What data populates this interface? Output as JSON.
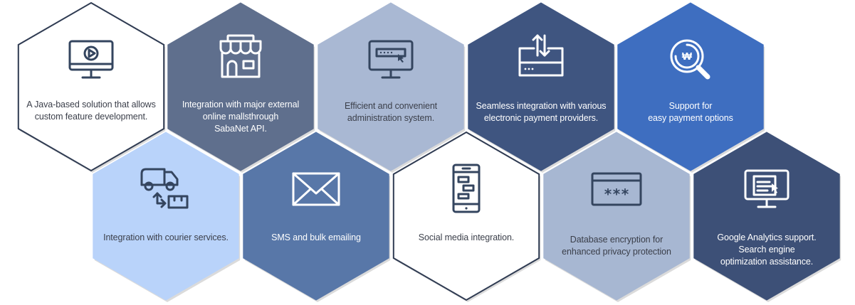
{
  "colors": {
    "white": "#ffffff",
    "slate": "#5f6f8d",
    "pale_blue": "#a9b8d3",
    "navy": "#3f5580",
    "royal_blue": "#3e6ec0",
    "sky_blue": "#b9d3fa",
    "steel_blue": "#5877a8",
    "grey_blue": "#a7b7d2",
    "dark_navy": "#3d5077",
    "stroke_light": "#36475f",
    "text_dark": "#3a3f4a"
  },
  "hexagons": [
    {
      "id": "java",
      "fill": "#ffffff",
      "icon": "monitor-play-icon",
      "lines": [
        "A Java-based solution that allows",
        "custom feature development."
      ]
    },
    {
      "id": "mall",
      "fill": "#5f6f8d",
      "icon": "storefront-icon",
      "lines": [
        "Integration with major external",
        "online mallsthrough",
        "SabaNet API."
      ]
    },
    {
      "id": "admin",
      "fill": "#a9b8d3",
      "icon": "monitor-password-icon",
      "lines": [
        "Efficient and convenient",
        "administration system."
      ]
    },
    {
      "id": "payment",
      "fill": "#3f5580",
      "icon": "card-transfer-icon",
      "lines": [
        "Seamless integration with various",
        "electronic payment providers."
      ]
    },
    {
      "id": "easy-pay",
      "fill": "#3e6ec0",
      "icon": "won-search-icon",
      "lines": [
        "Support for",
        "easy payment options"
      ]
    },
    {
      "id": "courier",
      "fill": "#b9d3fa",
      "icon": "delivery-truck-icon",
      "lines": [
        "Integration with courier services."
      ]
    },
    {
      "id": "sms",
      "fill": "#5877a8",
      "icon": "envelope-icon",
      "lines": [
        "SMS and bulk emailing"
      ]
    },
    {
      "id": "social",
      "fill": "#ffffff",
      "icon": "smartphone-icon",
      "lines": [
        "Social media integration."
      ]
    },
    {
      "id": "encryption",
      "fill": "#a7b7d2",
      "icon": "password-field-icon",
      "lines": [
        "Database encryption for",
        "enhanced privacy protection"
      ]
    },
    {
      "id": "analytics",
      "fill": "#3d5077",
      "icon": "monitor-analytics-icon",
      "lines": [
        "Google Analytics support.",
        "Search engine",
        "optimization assistance."
      ]
    }
  ]
}
